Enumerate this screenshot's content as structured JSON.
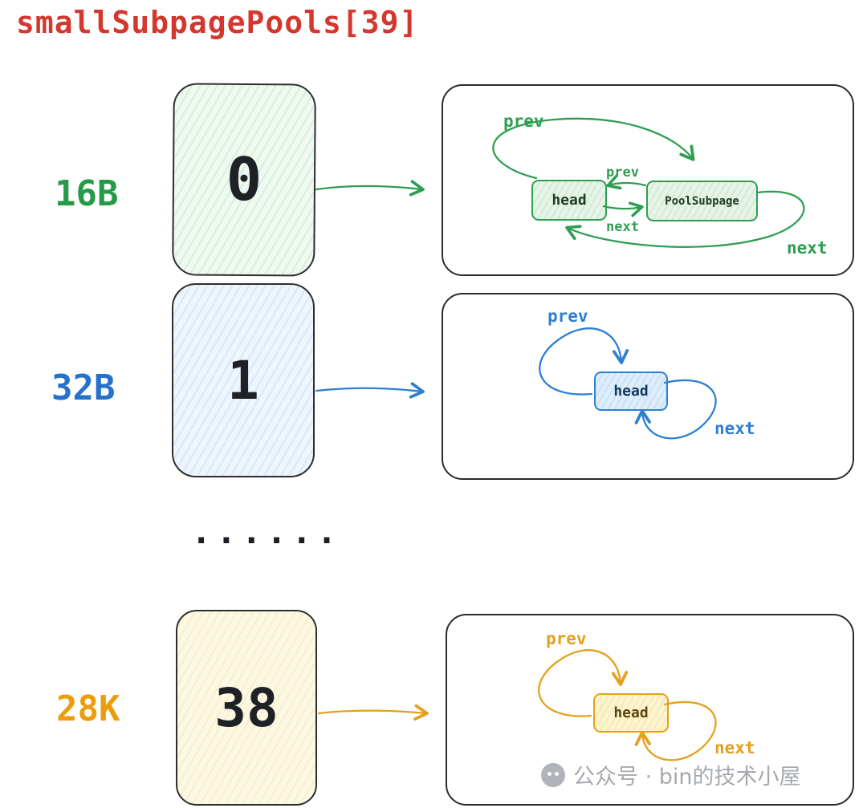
{
  "title": "smallSubpagePools[39]",
  "ellipsis": "......",
  "rows": [
    {
      "size_label": "16B",
      "index_value": "0",
      "list": {
        "head_label": "head",
        "node_label": "PoolSubpage",
        "inner_prev_label": "prev",
        "inner_next_label": "next",
        "outer_prev_label": "prev",
        "outer_next_label": "next"
      }
    },
    {
      "size_label": "32B",
      "index_value": "1",
      "list": {
        "head_label": "head",
        "prev_label": "prev",
        "next_label": "next"
      }
    },
    {
      "size_label": "28K",
      "index_value": "38",
      "list": {
        "head_label": "head",
        "prev_label": "prev",
        "next_label": "next"
      }
    }
  ],
  "watermark": {
    "icon": "wechat-icon",
    "text": "公众号 · bin的技术小屋"
  },
  "colors": {
    "title_red": "#d4372e",
    "green": "#2f9e52",
    "blue": "#2e7fd2",
    "orange": "#e5a01c",
    "ink": "#2b2b2b"
  }
}
